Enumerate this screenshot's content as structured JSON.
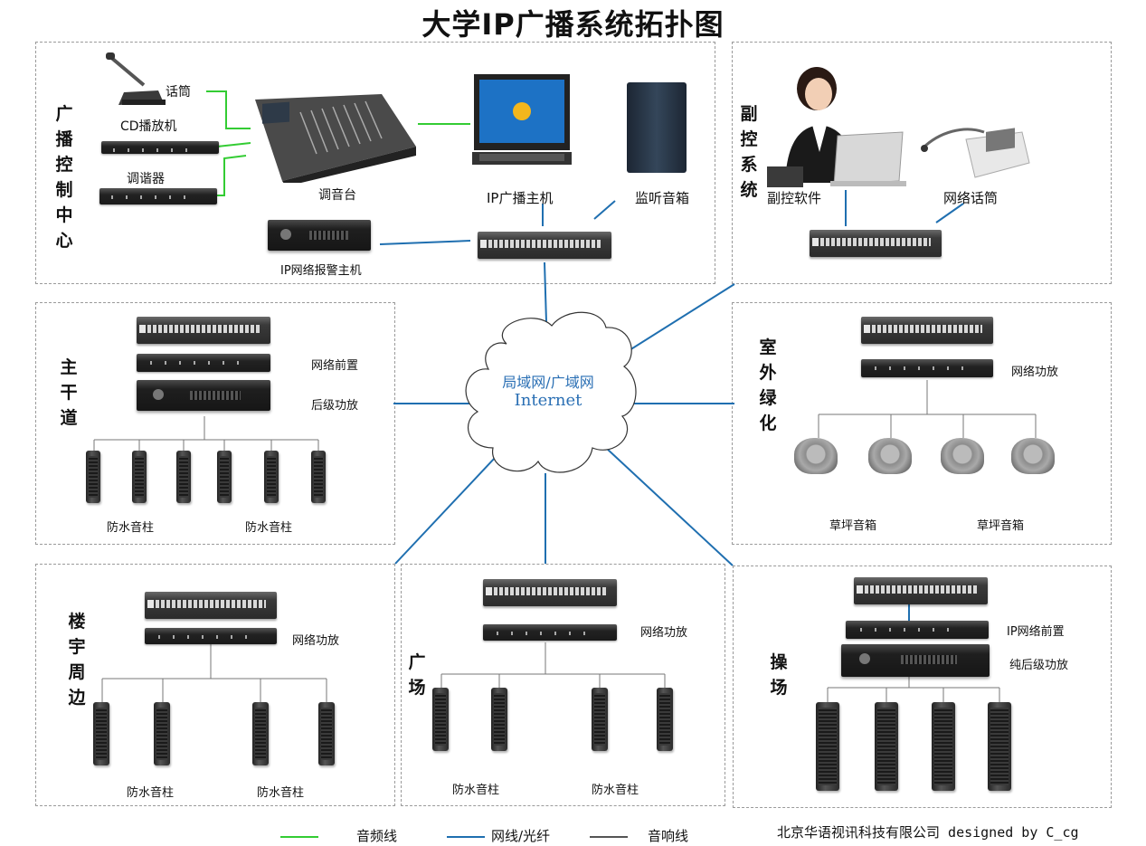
{
  "title": "大学IP广播系统拓扑图",
  "colors": {
    "audio_line": "#33cc33",
    "network_line": "#1f6fb0",
    "speaker_line": "#555555"
  },
  "control_center": {
    "label": "广播控制中心",
    "mic": "话筒",
    "cd": "CD播放机",
    "tuner": "调谐器",
    "mixer": "调音台",
    "host": "IP广播主机",
    "monitor": "监听音箱",
    "alarm": "IP网络报警主机"
  },
  "sub_control": {
    "label": "副控系统",
    "software": "副控软件",
    "net_mic": "网络话筒"
  },
  "cloud": {
    "line1": "局域网/广域网",
    "line2": "Internet"
  },
  "main_road": {
    "label": "主干道",
    "pre": "网络前置",
    "amp": "后级功放",
    "speaker1": "防水音柱",
    "speaker2": "防水音柱"
  },
  "outdoor": {
    "label": "室外绿化",
    "amp": "网络功放",
    "speaker1": "草坪音箱",
    "speaker2": "草坪音箱"
  },
  "building": {
    "label": "楼宇周边",
    "amp": "网络功放",
    "speaker1": "防水音柱",
    "speaker2": "防水音柱"
  },
  "square": {
    "label": "广场",
    "amp": "网络功放",
    "speaker1": "防水音柱",
    "speaker2": "防水音柱"
  },
  "playground": {
    "label": "操场",
    "pre": "IP网络前置",
    "amp": "纯后级功放"
  },
  "legend": {
    "audio": "音频线",
    "network": "网线/光纤",
    "speaker": "音响线"
  },
  "credit": "北京华语视讯科技有限公司 designed by C_cg"
}
